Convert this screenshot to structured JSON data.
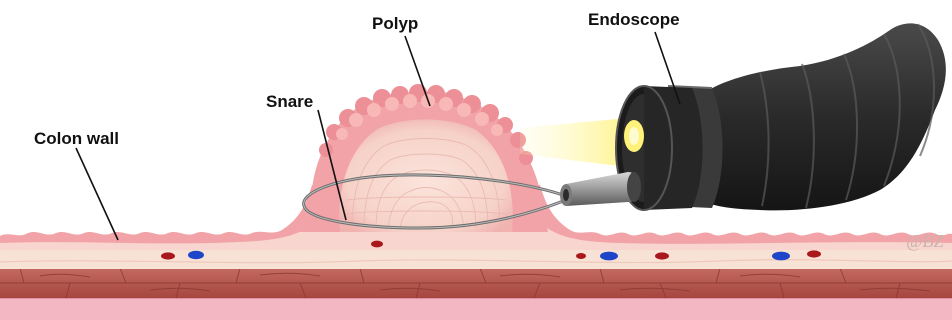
{
  "labels": {
    "polyp": "Polyp",
    "endoscope": "Endoscope",
    "snare": "Snare",
    "colon_wall": "Colon wall"
  },
  "watermark": "@BZ",
  "colors": {
    "mucosa_pink": "#f2a3a8",
    "mucosa_light": "#f7ccc6",
    "submucosa": "#f8e2d6",
    "muscle": "#b7574f",
    "serosa": "#f3b7c4",
    "vessel_red": "#a8181c",
    "vessel_blue": "#1f46c8",
    "scope_body": "#2b2b2b",
    "scope_tip": "#9a9a9a",
    "light_beam": "#fff27a",
    "snare_wire": "#6d6d6d"
  },
  "icons": [
    "endoscope-icon",
    "snare-wire",
    "polyp",
    "blood-vessel"
  ]
}
